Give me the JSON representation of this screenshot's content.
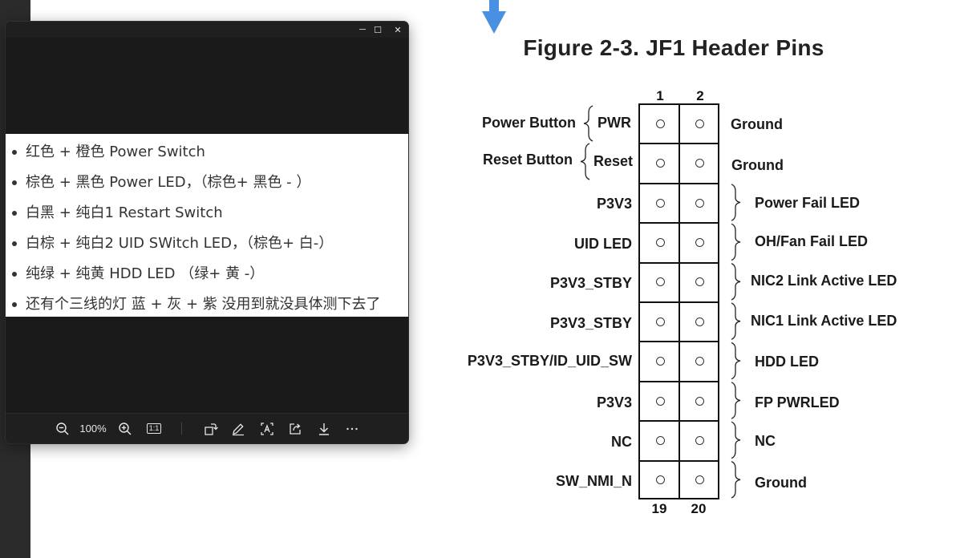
{
  "figure": {
    "title": "Figure 2-3. JF1 Header Pins",
    "column_numbers_top": [
      "1",
      "2"
    ],
    "column_numbers_bottom": [
      "19",
      "20"
    ],
    "left_labels": [
      "PWR",
      "Reset",
      "P3V3",
      "UID LED",
      "P3V3_STBY",
      "P3V3_STBY",
      "P3V3_STBY/ID_UID_SW",
      "P3V3",
      "NC",
      "SW_NMI_N"
    ],
    "outer_left_labels": [
      "Power Button",
      "Reset Button"
    ],
    "right_labels": [
      "Ground",
      "Ground",
      "Power Fail LED",
      "OH/Fan Fail LED",
      "NIC2 Link Active LED",
      "NIC1 Link Active LED",
      "HDD LED",
      "FP PWRLED",
      "NC",
      "Ground"
    ],
    "colors": {
      "arrow": "#4a90e2",
      "ink": "#111111"
    }
  },
  "viewer": {
    "window_controls": {
      "minimize": "─",
      "maximize": "☐",
      "close": "✕"
    },
    "notes": [
      "红色 + 橙色 Power Switch",
      "棕色 + 黑色 Power LED，（棕色+ 黑色 - ）",
      "白黑 + 纯白1  Restart Switch",
      "白棕 + 纯白2 UID SWitch LED，（棕色+ 白-）",
      "纯绿 + 纯黄 HDD LED  （绿+ 黄 -）",
      "还有个三线的灯 蓝 + 灰 + 紫 没用到就没具体测下去了"
    ],
    "toolbar": {
      "zoom_level": "100%",
      "actual_size": "1:1",
      "icons": [
        "zoom-out-icon",
        "zoom-in-icon",
        "actual-size-icon",
        "rotate-icon",
        "edit-icon",
        "ocr-text-icon",
        "share-icon",
        "download-icon",
        "more-icon"
      ]
    }
  }
}
